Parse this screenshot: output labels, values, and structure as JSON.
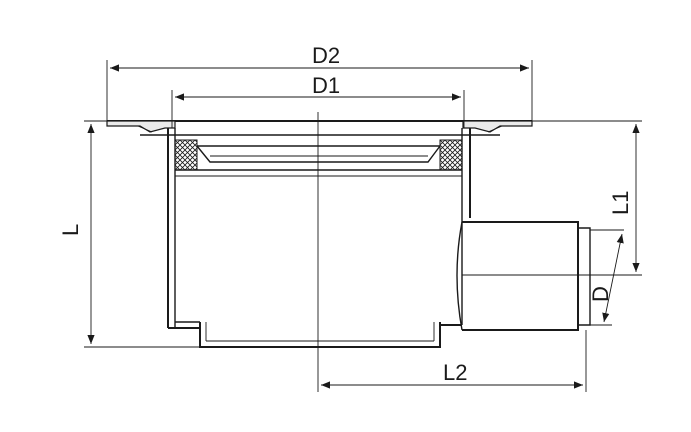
{
  "labels": {
    "d2": "D2",
    "d1": "D1",
    "l": "L",
    "l1": "L1",
    "d": "D",
    "l2": "L2"
  }
}
